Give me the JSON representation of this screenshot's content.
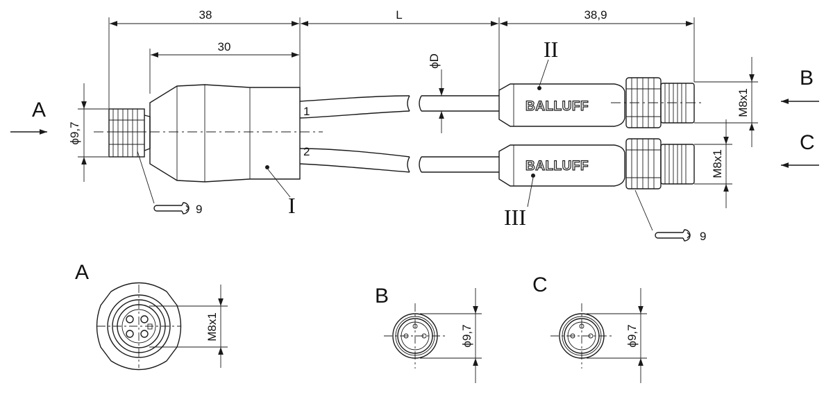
{
  "dimensions": {
    "length_left": "38",
    "length_body": "30",
    "length_cable": "L",
    "length_right": "38,9",
    "dia_left": "ϕ9,7",
    "dia_cable": "ϕD",
    "thread_b": "M8x1",
    "thread_c": "M8x1",
    "section_a_thread": "M8x1",
    "section_b_dia": "ϕ9,7",
    "section_c_dia": "ϕ9,7"
  },
  "labels": {
    "view_a": "A",
    "view_b": "B",
    "view_c": "C",
    "section_a": "A",
    "section_b": "B",
    "section_c": "C",
    "part_1": "I",
    "part_2": "II",
    "part_3": "III",
    "wire_1": "1",
    "wire_2": "2",
    "wrench_left": "9",
    "wrench_right": "9"
  },
  "brand": {
    "logo_top": "BALLUFF",
    "logo_bottom": "BALLUFF"
  },
  "colors": {
    "line": "#1a1a1a",
    "background": "#ffffff"
  }
}
